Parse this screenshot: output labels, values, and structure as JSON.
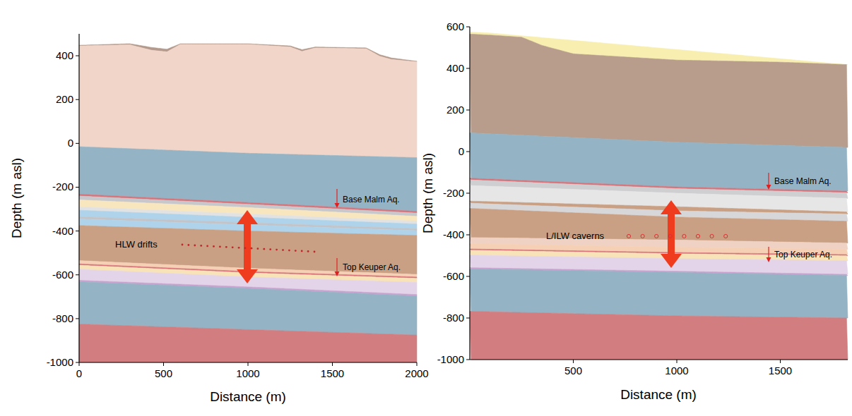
{
  "diagram": {
    "labels": [
      "400",
      "200",
      "0",
      "-200",
      "-400",
      "-600",
      "-800",
      "-1000",
      "0",
      "500",
      "1000",
      "1500",
      "2000",
      "Depth (m asl)",
      "Distance (m)",
      "HLW drifts",
      "Base Malm Aq.",
      "Top Keuper Aq.",
      "600",
      "400",
      "200",
      "0",
      "-200",
      "-400",
      "-600",
      "-800",
      "-1000",
      "500",
      "1000",
      "1500",
      "Depth (m asl)",
      "Distance (m)",
      "L/ILW caverns",
      "Base Malm Aq.",
      "Top Keuper Aq."
    ]
  }
}
